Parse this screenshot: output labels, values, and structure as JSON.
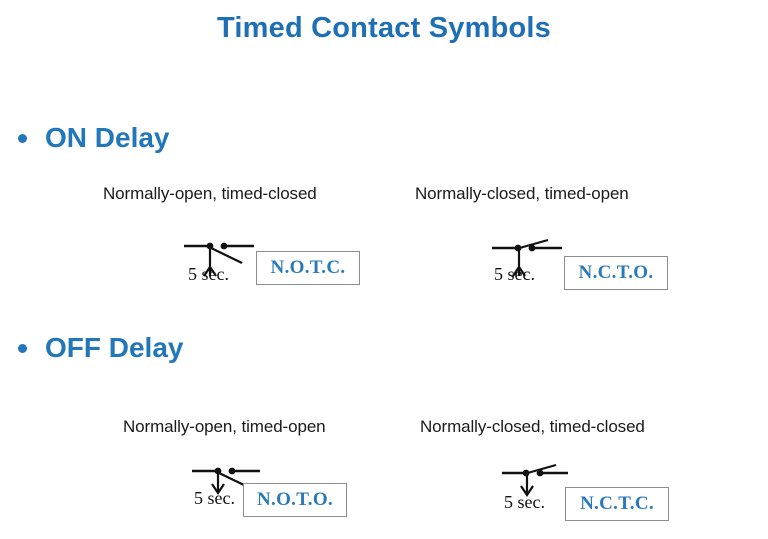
{
  "slide": {
    "title": "Timed Contact Symbols",
    "accent_color": "#1f6fb5",
    "bullet_color": "#2277bb",
    "box_text_color": "#2a7ab9",
    "box_border_color": "#8d8d8d",
    "background_color": "#ffffff"
  },
  "sections": [
    {
      "bullet_label": "ON Delay",
      "symbols": [
        {
          "caption": "Normally-open, timed-closed",
          "time_label": "5 sec.",
          "code": "N.O.T.C.",
          "contact_state": "normally-open",
          "arrow_direction": "up"
        },
        {
          "caption": "Normally-closed, timed-open",
          "time_label": "5 sec.",
          "code": "N.C.T.O.",
          "contact_state": "normally-closed",
          "arrow_direction": "up"
        }
      ]
    },
    {
      "bullet_label": "OFF Delay",
      "symbols": [
        {
          "caption": "Normally-open, timed-open",
          "time_label": "5 sec.",
          "code": "N.O.T.O.",
          "contact_state": "normally-open",
          "arrow_direction": "down"
        },
        {
          "caption": "Normally-closed, timed-closed",
          "time_label": "5 sec.",
          "code": "N.C.T.C.",
          "contact_state": "normally-closed",
          "arrow_direction": "down"
        }
      ]
    }
  ]
}
